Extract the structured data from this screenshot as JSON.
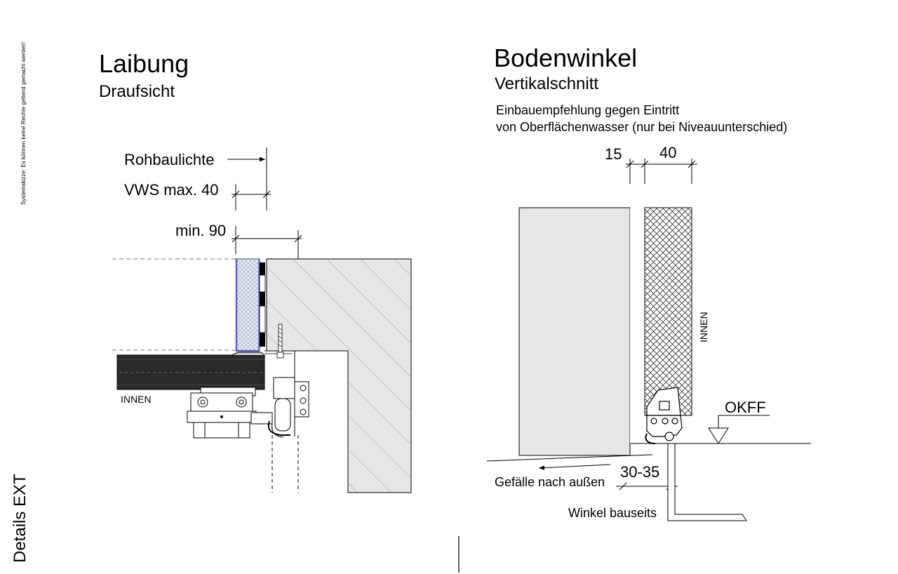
{
  "sidebar": {
    "copyright_note": "Systemskizze: Es können keine Rechte geltend gemacht werden!",
    "section_label": "Details EXT"
  },
  "left_detail": {
    "title": "Laibung",
    "subtitle": "Draufsicht",
    "dim_rohbaulichte": "Rohbaulichte",
    "dim_vws": "VWS max. 40",
    "dim_min": "min. 90",
    "label_innen": "INNEN"
  },
  "right_detail": {
    "title": "Bodenwinkel",
    "subtitle": "Vertikalschnitt",
    "note_line1": "Einbauempfehlung gegen Eintritt",
    "note_line2": "von Oberflächenwasser (nur bei Niveauunterschied)",
    "dim_15": "15",
    "dim_40": "40",
    "label_innen": "INNEN",
    "label_okff": "OKFF",
    "dim_30_35": "30-35",
    "label_gefaelle": "Gefälle nach außen",
    "label_winkel": "Winkel bauseits"
  },
  "colors": {
    "wall_fill": "#e6e6e6",
    "profile_dark": "#2a2a2a",
    "insulation_accent": "#6a5acd",
    "insulation_fill": "#dfe8f2"
  }
}
